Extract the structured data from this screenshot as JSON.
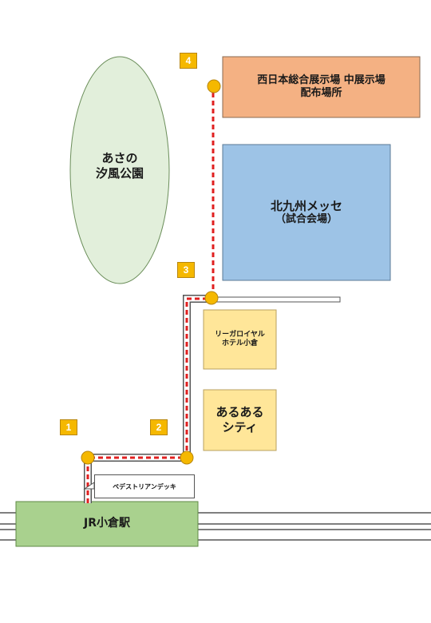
{
  "map": {
    "park": {
      "line1": "あさの",
      "line2": "汐風公園"
    },
    "hall_venue": {
      "line1": "西日本総合展示場 中展示場",
      "line2": "配布場所"
    },
    "messe": {
      "line1": "北九州メッセ",
      "line2": "（試合会場）"
    },
    "rihga": {
      "line1": "リーガロイヤル",
      "line2": "ホテル小倉"
    },
    "aruaru": {
      "line1": "あるある",
      "line2": "シティ"
    },
    "station": {
      "name": "JR小倉駅"
    },
    "callout": {
      "text": "ペデストリアンデッキ"
    },
    "markers": [
      {
        "number": "1"
      },
      {
        "number": "2"
      },
      {
        "number": "3"
      },
      {
        "number": "4"
      }
    ],
    "colors": {
      "route": "#e02020",
      "marker": "#f5b800",
      "park": "#e2efdb",
      "hall": "#f4b183",
      "messe": "#9dc3e6",
      "building": "#ffe699",
      "station": "#a9d18e"
    }
  }
}
